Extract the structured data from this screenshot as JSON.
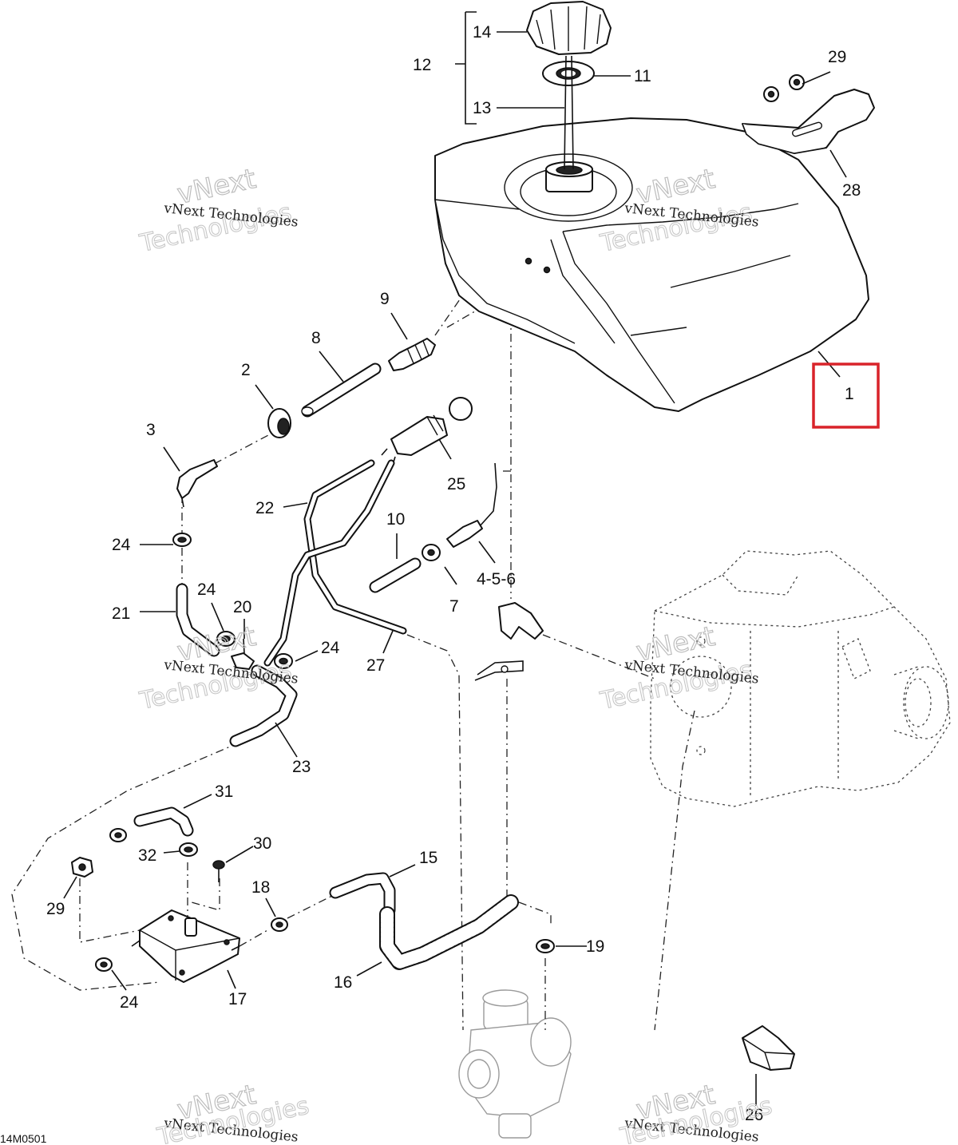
{
  "diagram": {
    "drawing_code": "14M0501",
    "watermark": {
      "line1": "vNext Technologies",
      "line2": "vNext",
      "line3": "Technologies"
    },
    "callouts": [
      {
        "id": "c1",
        "label": "1"
      },
      {
        "id": "c2",
        "label": "2"
      },
      {
        "id": "c3",
        "label": "3"
      },
      {
        "id": "c456",
        "label": "4-5-6"
      },
      {
        "id": "c7",
        "label": "7"
      },
      {
        "id": "c8",
        "label": "8"
      },
      {
        "id": "c9",
        "label": "9"
      },
      {
        "id": "c10",
        "label": "10"
      },
      {
        "id": "c11",
        "label": "11"
      },
      {
        "id": "c12",
        "label": "12"
      },
      {
        "id": "c13",
        "label": "13"
      },
      {
        "id": "c14",
        "label": "14"
      },
      {
        "id": "c15",
        "label": "15"
      },
      {
        "id": "c16",
        "label": "16"
      },
      {
        "id": "c17",
        "label": "17"
      },
      {
        "id": "c18",
        "label": "18"
      },
      {
        "id": "c19",
        "label": "19"
      },
      {
        "id": "c20",
        "label": "20"
      },
      {
        "id": "c21",
        "label": "21"
      },
      {
        "id": "c22",
        "label": "22"
      },
      {
        "id": "c23",
        "label": "23"
      },
      {
        "id": "c24a",
        "label": "24"
      },
      {
        "id": "c24b",
        "label": "24"
      },
      {
        "id": "c24c",
        "label": "24"
      },
      {
        "id": "c24d",
        "label": "24"
      },
      {
        "id": "c25",
        "label": "25"
      },
      {
        "id": "c26",
        "label": "26"
      },
      {
        "id": "c27",
        "label": "27"
      },
      {
        "id": "c28",
        "label": "28"
      },
      {
        "id": "c29a",
        "label": "29"
      },
      {
        "id": "c29b",
        "label": "29"
      },
      {
        "id": "c30",
        "label": "30"
      },
      {
        "id": "c31",
        "label": "31"
      },
      {
        "id": "c32",
        "label": "32"
      }
    ],
    "highlight": {
      "callout": "1",
      "color": "#d9232a"
    }
  }
}
